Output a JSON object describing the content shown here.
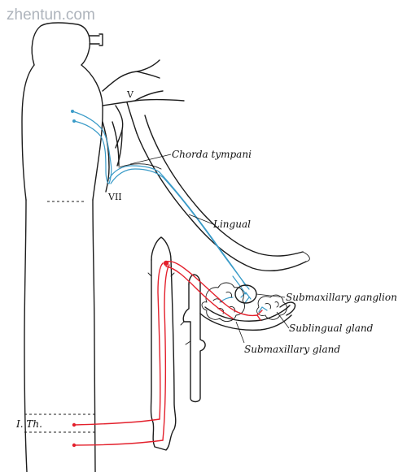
{
  "watermark": {
    "text": "zhentun.com"
  },
  "labels": {
    "trigeminal": "V",
    "facial": "VII",
    "chorda_tympani": "Chorda tympani",
    "lingual": "Lingual",
    "submaxillary_ganglion": "Submaxillary ganglion",
    "sublingual_gland": "Sublingual gland",
    "submaxillary_gland": "Submaxillary gland",
    "first_thoracic": "I. Th."
  },
  "colors": {
    "ink": "#1c1c1c",
    "nerve_blue": "#3a9bc8",
    "nerve_red": "#e3202c",
    "watermark": "#aeb4bc"
  }
}
